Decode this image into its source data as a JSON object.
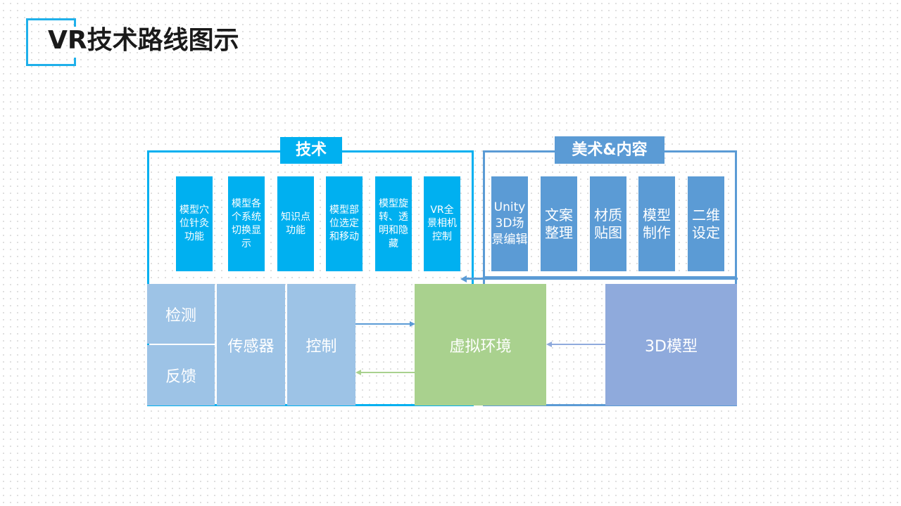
{
  "title": "VR技术路线图示",
  "colors": {
    "tech_accent": "#00b0f0",
    "art_accent": "#5b9bd5",
    "hardware_block": "#9dc3e6",
    "virtual_env_block": "#a9d18e",
    "model_block": "#8faadc"
  },
  "tech_group": {
    "label": "技术",
    "items": [
      "模型穴位针灸功能",
      "模型各个系统切换显示",
      "知识点功能",
      "模型部位选定和移动",
      "模型旋转、透明和隐藏",
      "VR全景相机控制"
    ]
  },
  "art_group": {
    "label": "美术&内容",
    "items": [
      "Unity 3D场景编辑",
      "文案整理",
      "材质贴图",
      "模型制作",
      "二维设定"
    ]
  },
  "flow": {
    "detect": "检测",
    "feedback": "反馈",
    "sensor": "传感器",
    "control": "控制",
    "virtual_env": "虚拟环境",
    "model_3d": "3D模型"
  }
}
